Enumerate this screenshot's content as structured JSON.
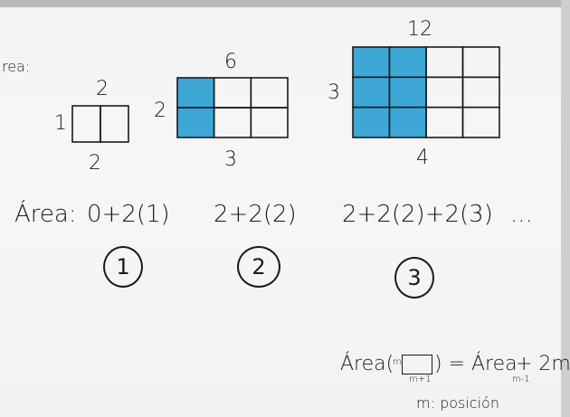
{
  "title_fragment": "rea:",
  "figure1": {
    "top_label": "2",
    "left_label": "1",
    "bottom_label": "2",
    "rows": 1,
    "cols": 2,
    "shaded_cols": 0
  },
  "figure2": {
    "top_label": "6",
    "left_label": "2",
    "bottom_label": "3",
    "rows": 2,
    "cols": 3,
    "shaded_cols": 1
  },
  "figure3": {
    "top_label": "12",
    "left_label": "3",
    "bottom_label": "4",
    "rows": 3,
    "cols": 4,
    "shaded_cols": 2
  },
  "area_row": {
    "label": "Área:",
    "expr1": "0+2(1)",
    "expr2": "2+2(2)",
    "expr3": "2+2(2)+2(3)",
    "ellipsis": "..."
  },
  "positions": [
    "1",
    "2",
    "3"
  ],
  "formula": {
    "left": "Área(",
    "box_m": "m",
    "box_m_plus": "m+1",
    "right_close": ") = Área",
    "subscript": "m-1",
    "tail": "+ 2m",
    "legend": "m: posición"
  },
  "colors": {
    "shade": "#3ea7d6",
    "ink": "#1a1a1a",
    "board": "#f4f4f4"
  }
}
